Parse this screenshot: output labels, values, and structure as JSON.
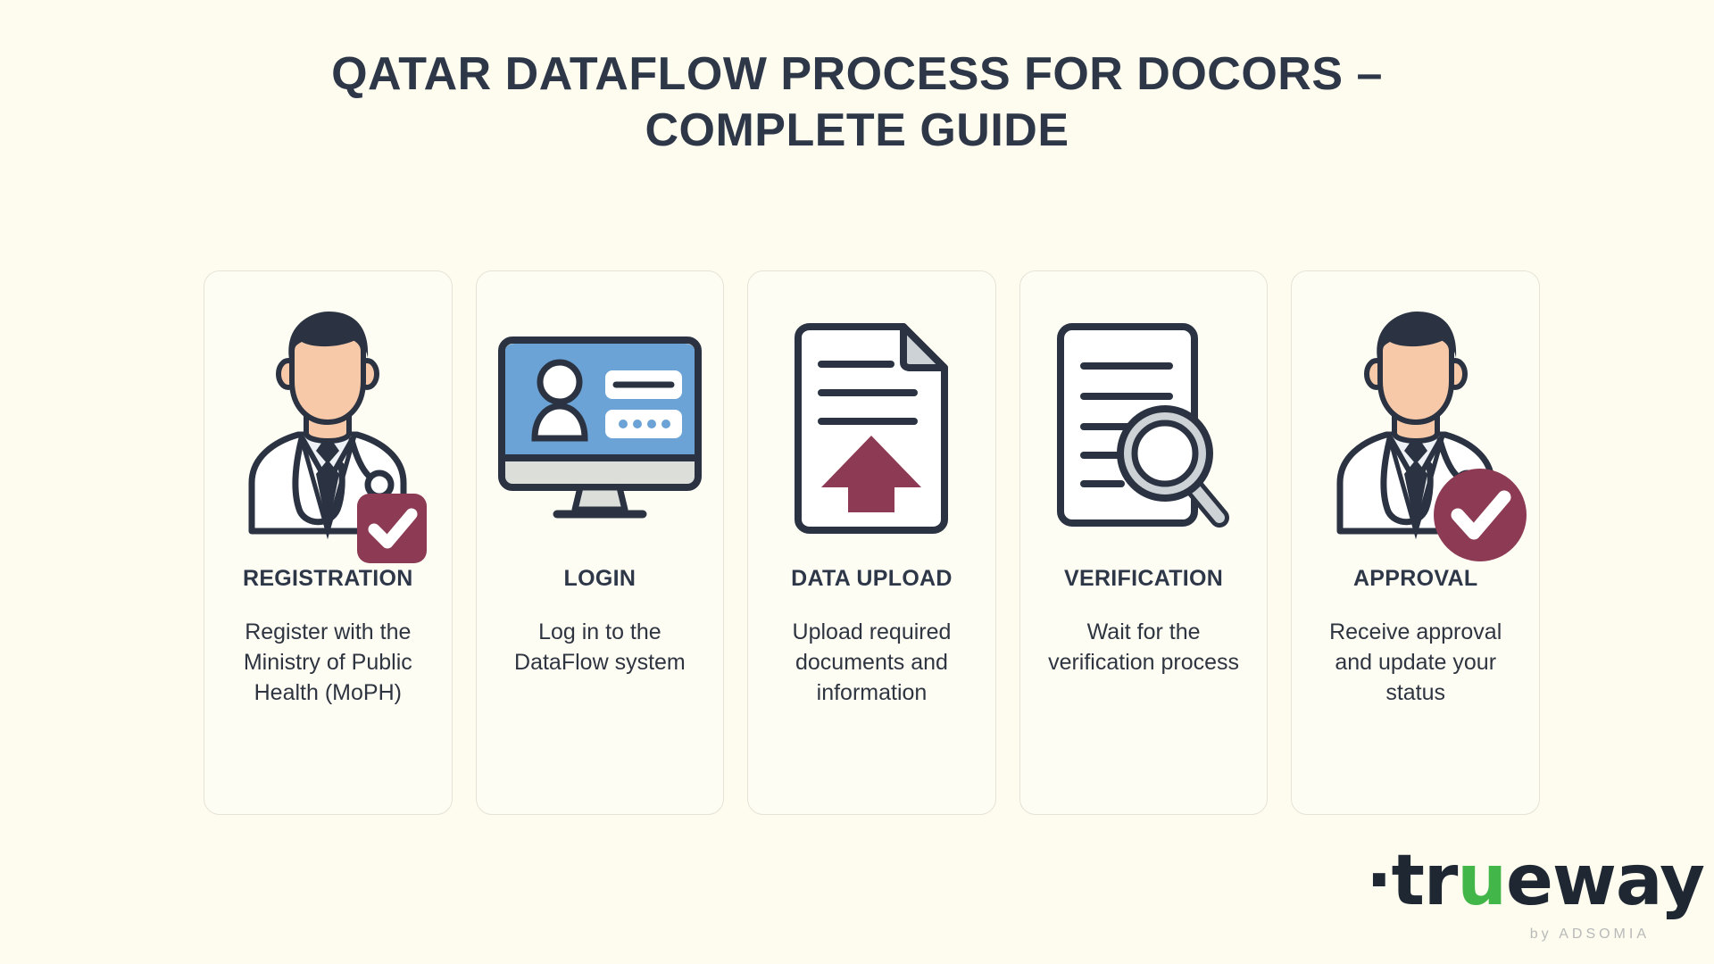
{
  "theme": {
    "background": "#fdfcee",
    "card_background": "#fefdf4",
    "card_border": "#e6e3d6",
    "title_color": "#2d3748",
    "accent_maroon": "#8d3b55",
    "accent_blue": "#6ba3d6",
    "ink_navy": "#2b3342",
    "skin": "#f7c9a9",
    "logo_green": "#43b649",
    "logo_dark": "#1f2733",
    "logo_sub_gray": "#b9b9b9"
  },
  "header": {
    "title_line1": "QATAR DATAFLOW PROCESS FOR DOCORS –",
    "title_line2": "COMPLETE GUIDE"
  },
  "cards": [
    {
      "icon": "doctor-check-square-icon",
      "title": "REGISTRATION",
      "description": "Register with the Ministry of Public Health (MoPH)"
    },
    {
      "icon": "login-monitor-icon",
      "title": "LOGIN",
      "description": "Log in to the DataFlow system"
    },
    {
      "icon": "document-upload-icon",
      "title": "DATA UPLOAD",
      "description": "Upload required documents and information"
    },
    {
      "icon": "document-magnifier-icon",
      "title": "VERIFICATION",
      "description": "Wait for the verification process"
    },
    {
      "icon": "doctor-check-circle-icon",
      "title": "APPROVAL",
      "description": "Receive approval and update your status"
    }
  ],
  "logo": {
    "text_before": "tr",
    "text_u": "u",
    "text_after": "eway",
    "tagline": "by ADSOMIA"
  }
}
